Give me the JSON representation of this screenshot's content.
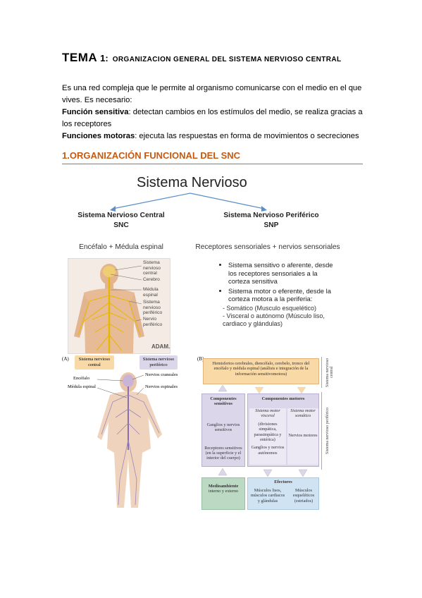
{
  "header": {
    "tema": "TEMA",
    "tema_number": "1:",
    "tema_title": "ORGANIZACION GENERAL DEL SISTEMA NERVIOSO CENTRAL"
  },
  "intro": {
    "line1": "Es una red compleja que le permite al organismo comunicarse con el medio en el que vives. Es necesario:",
    "sensitive_label": "Función sensitiva",
    "sensitive_text": ": detectan cambios en los estímulos del medio, se realiza gracias a los receptores",
    "motor_label": "Funciones motoras",
    "motor_text": ": ejecuta las respuestas en forma de movimientos o secreciones"
  },
  "section": {
    "heading": "1.ORGANIZACIÓN FUNCIONAL DEL SNC"
  },
  "diagram_top": {
    "title": "Sistema Nervioso",
    "central_head": "Sistema Nervioso Central",
    "central_abbr": "SNC",
    "central_desc": "Encéfalo + Médula espinal",
    "peripheral_head": "Sistema Nervioso Periférico",
    "peripheral_abbr": "SNP",
    "peripheral_desc": "Receptores sensoriales + nervios sensoriales",
    "bullet1": "Sistema sensitivo o aferente, desde los receptores sensoriales a la corteza sensitiva",
    "bullet2": "Sistema motor o eferente, desde la corteza motora a la periferia:",
    "sub1": "- Somático (Musculo esquelético)",
    "sub2": "- Visceral o autónomo (Músculo liso, cardiaco y glándulas)",
    "fig_labels": {
      "snc": "Sistema nervioso central",
      "cerebro": "Cerebro",
      "medula": "Médula espinal",
      "snp": "Sistema nervioso periférico",
      "nervio": "Nervio periférico"
    },
    "credit": "ADAM."
  },
  "diagram_a": {
    "letter": "(A)",
    "tag_central": "Sistema nervioso central",
    "tag_periph": "Sistema nervioso periférico",
    "encefalo": "Encéfalo",
    "medula": "Médula espinal",
    "nervios_craneales": "Nervios craneales",
    "nervios_espinales": "Nervios espinales"
  },
  "diagram_b": {
    "letter": "(B)",
    "top_box": "Hemisferios cerebrales, diencéfalo, cerebelo, tronco del encéfalo y médula espinal (análisis e integración de la información sensitivomotora)",
    "side_central": "Sistema nervioso central",
    "side_periph": "Sistema nervioso periférico",
    "sensitive_head": "Componentes sensitivos",
    "ganglios": "Ganglios y nervios sensitivos",
    "receptores": "Receptores sensitivos (en la superficie y el interior del cuerpo)",
    "motor_head": "Componentes motores",
    "visceral": "Sistema motor visceral",
    "visceral_list": "(divisiones simpática, parasimpática y entérica)",
    "ganglios_auto": "Ganglios y nervios autónomos",
    "somatico": "Sistema motor somático",
    "nervios_motores": "Nervios motores",
    "medio_head": "Medioambiente",
    "medio_sub": "interno y externo",
    "efectores_head": "Efectores",
    "musculos_lisos": "Músculos lisos, músculos cardiacos y glándulas",
    "musculos_esq": "Músculos esqueléticos (estriados)"
  },
  "colors": {
    "section_heading": "#c55a11",
    "arrow_blue": "#5b8fc9",
    "peach": "#f9d9a6",
    "lavender": "#dcd6ea",
    "green": "#bcd9c3",
    "lightblue": "#cfe3f3"
  }
}
